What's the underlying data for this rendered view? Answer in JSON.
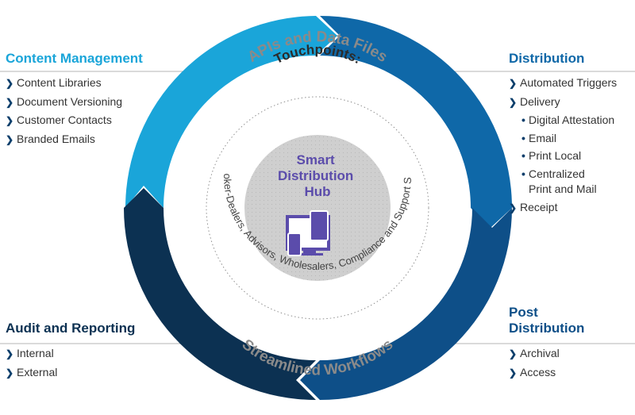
{
  "colors": {
    "content_management": "#1aa5d9",
    "distribution": "#0f68a8",
    "post_distribution": "#0e4f88",
    "audit_reporting": "#0c3152",
    "list_marker": "#0b3e6b",
    "hub_text": "#5b4cab",
    "hub_circle": "#cfcfcf"
  },
  "center": {
    "apis_label": "APIs and Data Files",
    "touchpoints_label": "Touchpoints:",
    "arc_text": "Broker-Dealers, Advisors, Wholesalers, Compliance and Support Staff",
    "workflows_label": "Streamlined Workflows",
    "hub_lines": [
      "Smart",
      "Distribution",
      "Hub"
    ],
    "hub_icon": "devices-icon"
  },
  "panels": {
    "content_management": {
      "title": "Content Management",
      "items": [
        "Content Libraries",
        "Document Versioning",
        "Customer Contacts",
        "Branded Emails"
      ]
    },
    "distribution": {
      "title": "Distribution",
      "items": [
        "Automated Triggers",
        "Delivery"
      ],
      "sub_items": [
        "Digital Attestation",
        "Email",
        "Print Local"
      ],
      "centralized": [
        "Centralized",
        "Print and Mail"
      ],
      "last_item": "Receipt"
    },
    "audit_reporting": {
      "title": "Audit and Reporting",
      "items": [
        "Internal",
        "External"
      ]
    },
    "post_distribution": {
      "title_lines": [
        "Post",
        "Distribution"
      ],
      "items": [
        "Archival",
        "Access"
      ]
    }
  }
}
